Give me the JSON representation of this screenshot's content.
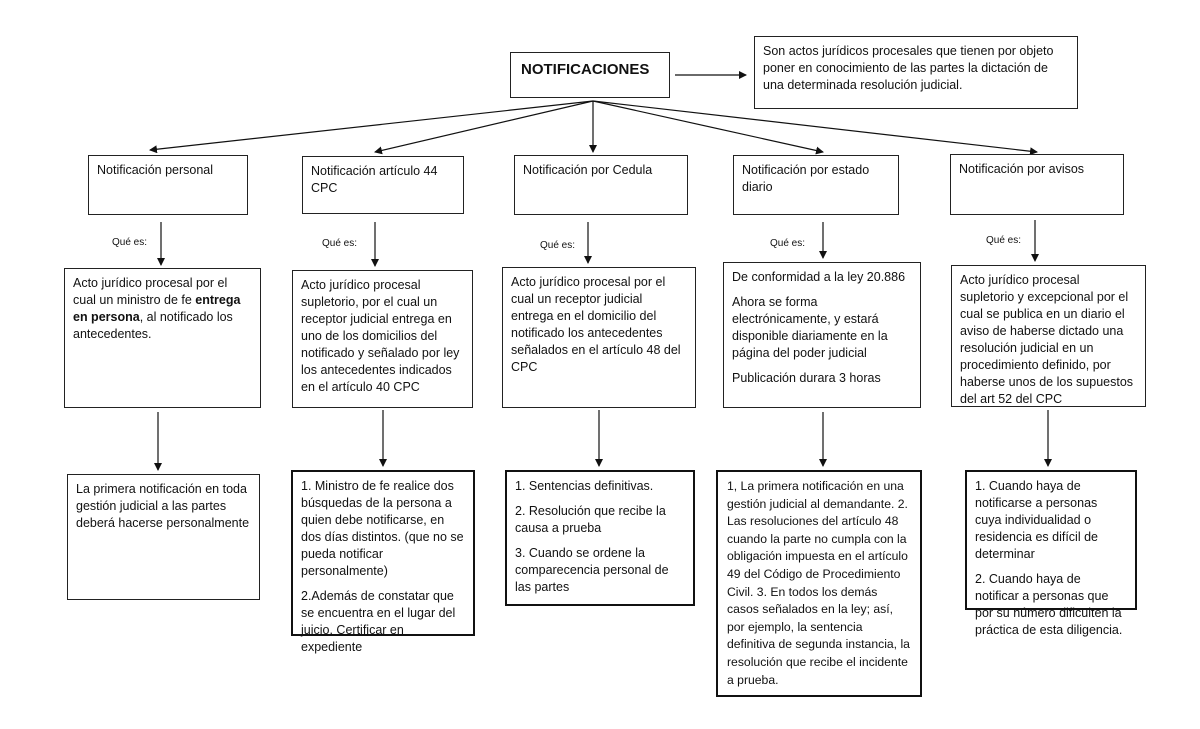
{
  "title": "NOTIFICACIONES",
  "definition": "Son actos jurídicos procesales que tienen por objeto poner en conocimiento de las partes la dictación de una determinada resolución judicial.",
  "que_es": "Qué es:",
  "columns": [
    {
      "heading": "Notificación personal",
      "desc_pre": "Acto jurídico procesal por el cual un ministro de fe ",
      "desc_bold": "entrega en persona",
      "desc_post": ", al notificado los antecedentes.",
      "detail": [
        "La primera notificación en toda gestión judicial a las partes deberá hacerse personalmente"
      ]
    },
    {
      "heading": "Notificación artículo 44 CPC",
      "desc": "Acto jurídico procesal supletorio, por el cual un receptor judicial entrega en uno de los domicilios del notificado y señalado por ley los antecedentes indicados en el artículo 40 CPC",
      "detail": [
        "1. Ministro de fe realice dos búsquedas de la persona a quien debe notificarse, en dos días distintos. (que no se pueda notificar personalmente)",
        "2.Además de constatar que se encuentra en el lugar del juicio. Certificar en expediente"
      ]
    },
    {
      "heading": "Notificación por Cedula",
      "desc": "Acto jurídico procesal por el cual un receptor judicial entrega en el domicilio del notificado los antecedentes señalados en el artículo 48 del CPC",
      "detail": [
        "1. Sentencias definitivas.",
        "2. Resolución que recibe la causa a prueba",
        "3. Cuando se ordene la comparecencia personal de las partes"
      ]
    },
    {
      "heading": "Notificación por estado diario",
      "desc_paras": [
        "De conformidad a la ley 20.886",
        "Ahora se forma electrónicamente, y estará disponible diariamente en la página del poder judicial",
        "Publicación durara 3 horas"
      ],
      "detail_text": "1, La primera notificación en una gestión judicial al demandante.        2. Las resoluciones del artículo 48 cuando la parte no cumpla con la obligación impuesta en el artículo 49 del Código de Procedimiento Civil.                                        3. En todos los demás casos señalados en la ley; así, por ejemplo, la sentencia definitiva de segunda instancia, la resolución que recibe el incidente a prueba."
    },
    {
      "heading": "Notificación por avisos",
      "desc": "Acto jurídico procesal supletorio y excepcional por el cual se publica en un diario el aviso de haberse dictado una resolución judicial en un procedimiento definido, por haberse unos de los supuestos del art 52 del CPC",
      "detail": [
        "1. Cuando haya de notificarse a personas cuya individualidad o residencia es difícil de determinar",
        "2. Cuando haya de notificar a personas que por su número dificulten la práctica de esta diligencia."
      ]
    }
  ]
}
